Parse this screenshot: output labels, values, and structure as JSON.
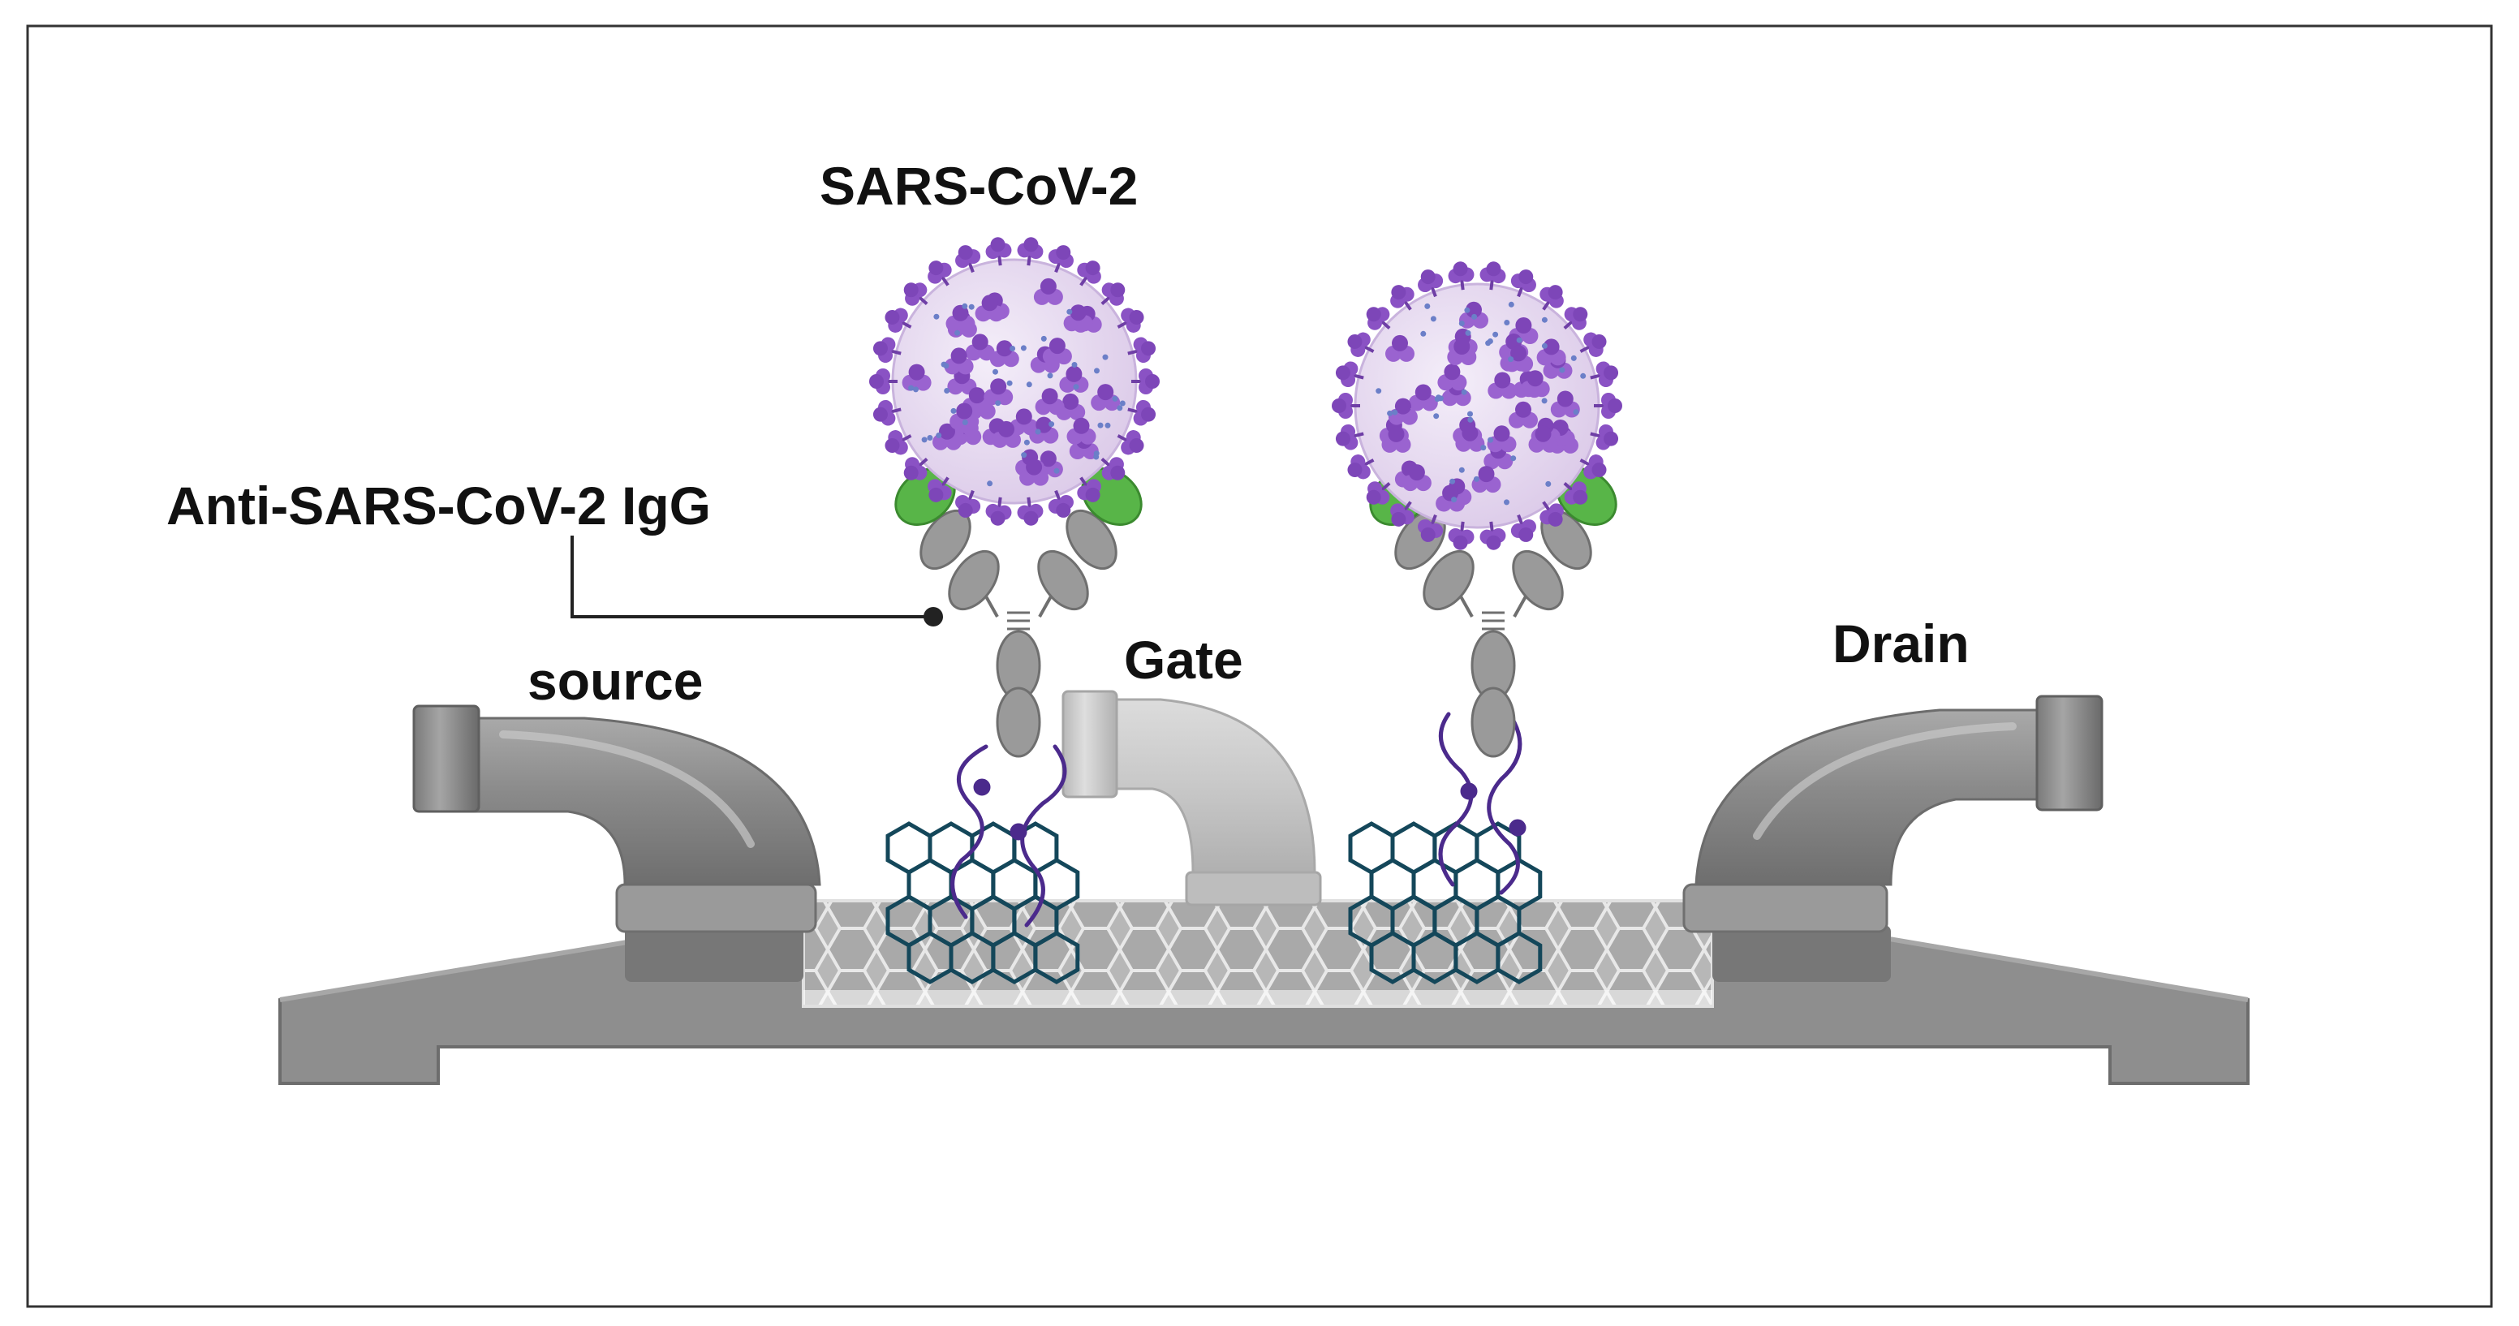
{
  "labels": {
    "virus": "SARS-CoV-2",
    "antibody": "Anti-SARS-CoV-2 IgG",
    "source": "source",
    "gate": "Gate",
    "drain": "Drain"
  },
  "colors": {
    "frame": "#333333",
    "substrate": "#8e8e8e",
    "electrode": "#8a8a8a",
    "gate_electrode": "#c8c8c8",
    "graphene": "#b5b5b5",
    "linker_network": "#14475a",
    "linker_chain": "#4b2a8c",
    "antibody_heavy": "#9a9a9a",
    "antibody_binding": "#58b548",
    "virus_body": "#e9def2",
    "virus_spike": "#8a52c4",
    "callout_line": "#222222"
  },
  "icons": {
    "virus": "coronavirus-particle-icon",
    "antibody": "y-shaped-antibody-icon",
    "electrode": "elbow-pipe-electrode-icon",
    "linker": "hexagonal-lattice-icon"
  }
}
